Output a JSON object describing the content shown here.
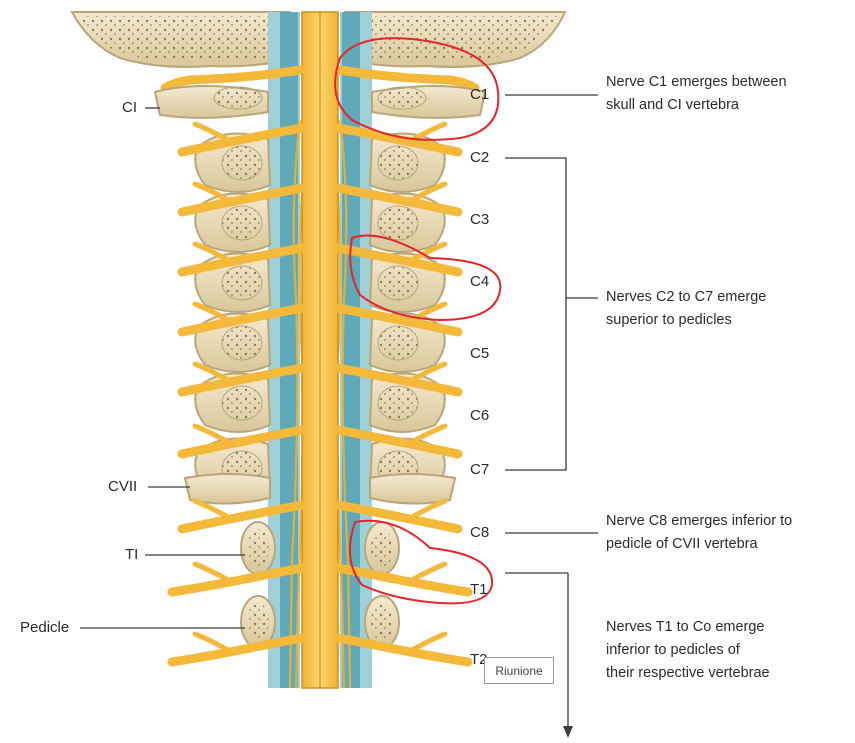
{
  "labels_left": {
    "ci": "CI",
    "cvii": "CVII",
    "ti": "TI",
    "pedicle": "Pedicle"
  },
  "levels": [
    "C1",
    "C2",
    "C3",
    "C4",
    "C5",
    "C6",
    "C7",
    "C8",
    "T1",
    "T2"
  ],
  "notes": {
    "c1": [
      "Nerve C1 emerges between",
      "skull and CI vertebra"
    ],
    "c2_c7": [
      "Nerves C2 to C7 emerge",
      "superior to pedicles"
    ],
    "c8": [
      "Nerve C8 emerges inferior to",
      "pedicle of CVII vertebra"
    ],
    "t1_co": [
      "Nerves T1 to Co emerge",
      "inferior to pedicles of",
      "their respective vertebrae"
    ]
  },
  "tooltip": "Riunione",
  "colors": {
    "bone": "#ecdfb8",
    "bone_edge": "#b9a57a",
    "bone_pore": "#8d7a55",
    "nerve": "#f5b93a",
    "nerve_edge": "#d18f12",
    "meninges": "#5fa9b8",
    "dura": "#9fd0d8",
    "cord": "#f3c04a",
    "annotation_red": "#e8232a",
    "line": "#3a3a3a"
  }
}
